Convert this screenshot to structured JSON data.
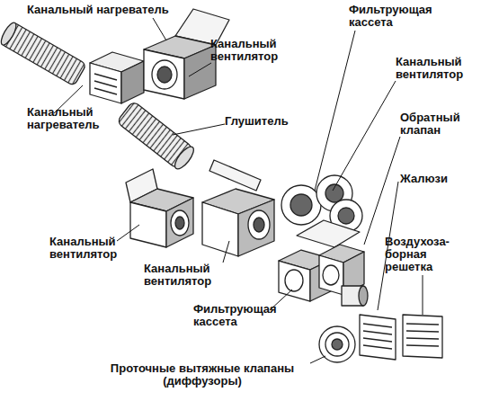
{
  "diagram": {
    "labels": [
      "Канальный нагреватель",
      "Канальный вентилятор",
      "Фильтрующая кассета",
      "Канальный вентилятор",
      "Канальный нагреватель",
      "Глушитель",
      "Обратный клапан",
      "Жалюзи",
      "Канальный вентилятор",
      "Воздухоза- борная решетка",
      "Канальный вентилятор",
      "Фильтрующая кассета",
      "Проточные вытяжные клапаны (диффузоры)"
    ]
  }
}
